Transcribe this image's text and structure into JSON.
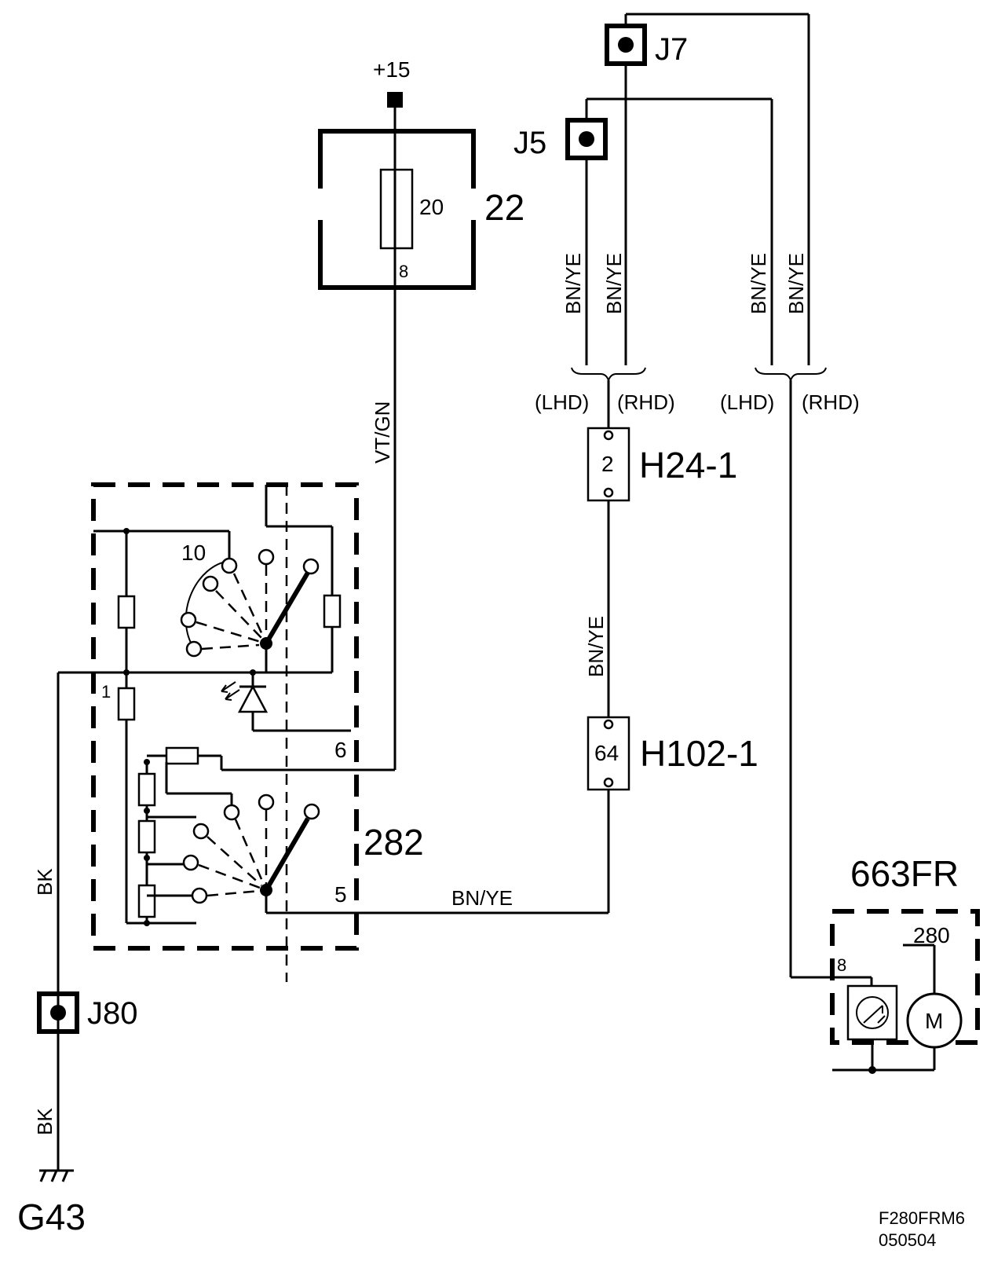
{
  "supply": {
    "label": "+15"
  },
  "fuse_box": {
    "id": "22",
    "fuse_rating": "20",
    "pin": "8"
  },
  "wire_supply": {
    "color": "VT/GN"
  },
  "junctions": {
    "j7": "J7",
    "j5": "J5",
    "j80": "J80"
  },
  "wire_colors": {
    "j5_left": "BN/YE",
    "j5_right": "BN/YE",
    "j7_left": "BN/YE",
    "j7_right": "BN/YE",
    "h24_h102": "BN/YE",
    "pin5": "BN/YE",
    "ground_upper": "BK",
    "ground_lower": "BK"
  },
  "variants": {
    "left_lhd": "(LHD)",
    "left_rhd": "(RHD)",
    "right_lhd": "(LHD)",
    "right_rhd": "(RHD)"
  },
  "connectors": {
    "h24": {
      "id": "H24-1",
      "pin": "2"
    },
    "h102": {
      "id": "H102-1",
      "pin": "64"
    }
  },
  "switch": {
    "id": "282",
    "pin_top": "10",
    "pin_1": "1",
    "pin_6": "6",
    "pin_5": "5"
  },
  "motor_unit": {
    "id": "663FR",
    "pin_280": "280",
    "pin_8": "8",
    "motor_label": "M"
  },
  "ground": {
    "id": "G43"
  },
  "footer": {
    "code": "F280FRM6",
    "date": "050504"
  }
}
